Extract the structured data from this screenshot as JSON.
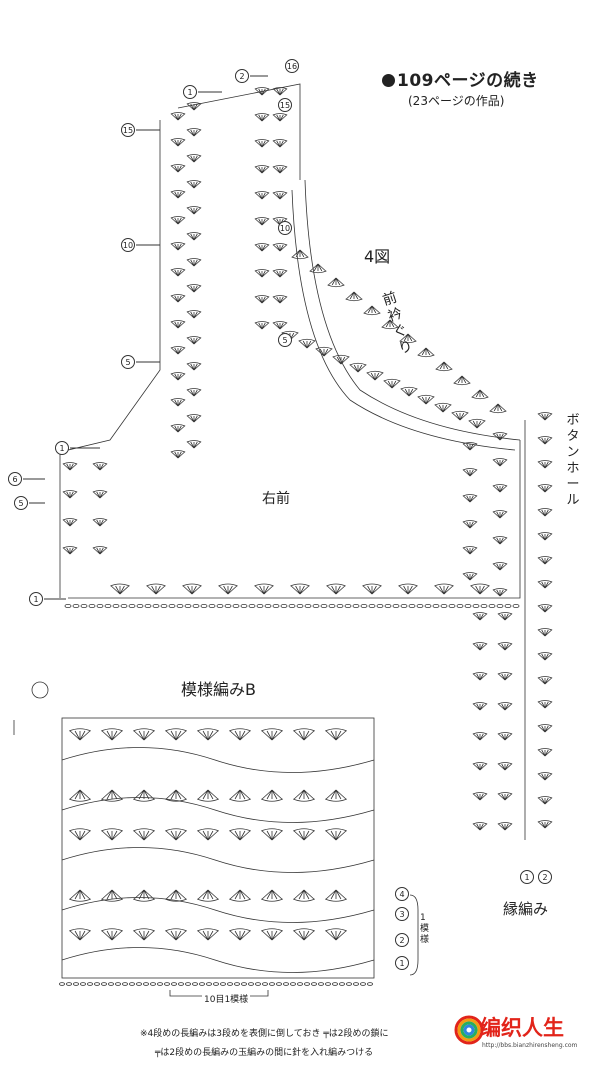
{
  "header": {
    "title": "109ページの続き",
    "subtitle": "(23ページの作品)"
  },
  "figure": {
    "label": "4図",
    "neck_label": "前衿ぐり",
    "buttonhole_label": "ボタンホール",
    "piece_label": "右前"
  },
  "pattern": {
    "label": "模様編みB",
    "repeat_label": "10目1模様",
    "row_note": "1模様"
  },
  "edging": {
    "label": "縁編み"
  },
  "notes": {
    "line1": "※4段めの長編みは3段めを表側に倒しておき ╤は2段めの鎖に",
    "line2": "╤は2段めの長編みの玉編みの間に針を入れ編みつける"
  },
  "watermark": {
    "text": "编织人生",
    "url": "http://bbs.bianzhirensheng.com"
  },
  "row_numbers": {
    "collar": [
      "16",
      "15",
      "10",
      "5"
    ],
    "left": [
      "1",
      "2",
      "15",
      "10",
      "5",
      "1",
      "6",
      "5",
      "1"
    ],
    "pattern": [
      "4",
      "3",
      "2",
      "1"
    ],
    "edge": [
      "1",
      "2"
    ]
  },
  "colors": {
    "ink": "#222222",
    "watermark_red": "#e2241a"
  }
}
